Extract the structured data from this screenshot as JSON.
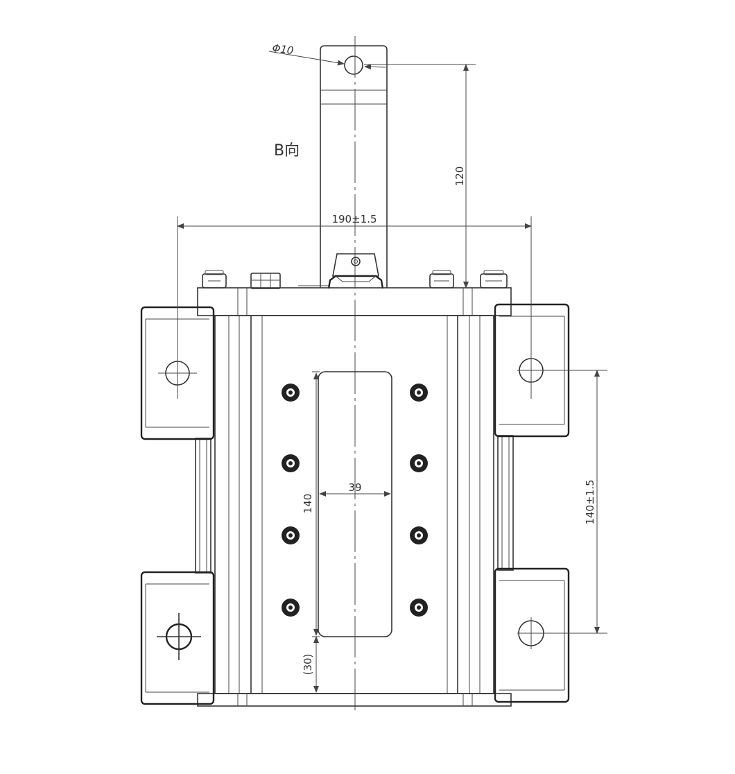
{
  "view_label": "B向",
  "dimensions": {
    "hole_diameter": "Φ10",
    "terminal_height": "120",
    "mount_width": "190±1.5",
    "mount_pitch": "140±1.5",
    "window_height": "140",
    "window_width": "39",
    "window_offset": "(30)"
  },
  "colors": {
    "line": "#333333",
    "background": "#ffffff"
  }
}
